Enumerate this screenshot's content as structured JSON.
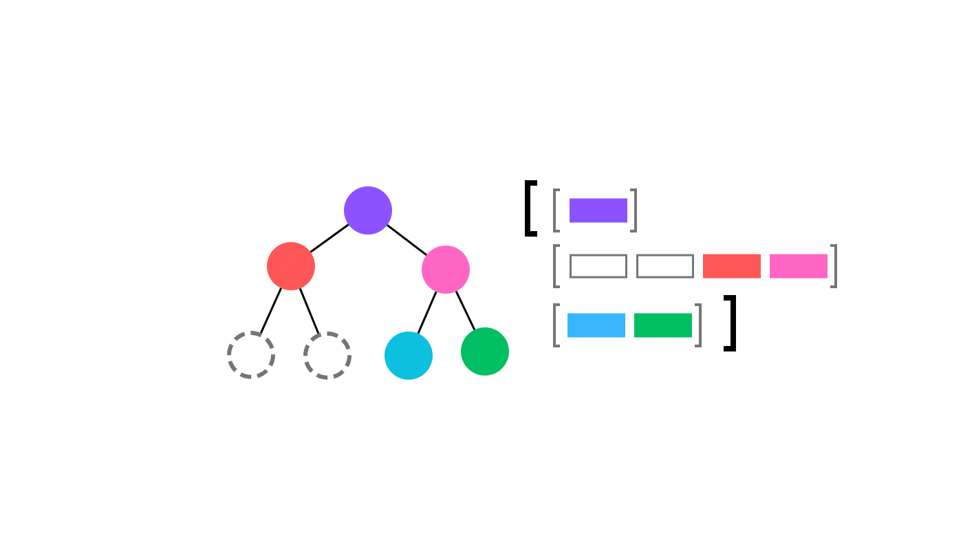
{
  "colors": {
    "background": "#ffffff",
    "edge": "#000000",
    "outer_bracket": "#000000",
    "inner_bracket": "#757575",
    "empty_outline": "#757575"
  },
  "tree": {
    "nodes": [
      {
        "id": "root",
        "level": 0,
        "color": "#8c52ff",
        "empty": false
      },
      {
        "id": "left",
        "level": 1,
        "color": "#ff5757",
        "empty": false
      },
      {
        "id": "right",
        "level": 1,
        "color": "#ff66c4",
        "empty": false
      },
      {
        "id": "left-left",
        "level": 2,
        "color": null,
        "empty": true
      },
      {
        "id": "left-right",
        "level": 2,
        "color": null,
        "empty": true
      },
      {
        "id": "right-left",
        "level": 2,
        "color": "#0cc0df",
        "empty": false
      },
      {
        "id": "right-right",
        "level": 2,
        "color": "#00bf63",
        "empty": false
      }
    ],
    "edges": [
      [
        "root",
        "left"
      ],
      [
        "root",
        "right"
      ],
      [
        "left",
        "left-left"
      ],
      [
        "left",
        "left-right"
      ],
      [
        "right",
        "right-left"
      ],
      [
        "right",
        "right-right"
      ]
    ]
  },
  "array": {
    "rows": [
      {
        "cells": [
          {
            "color": "#8c52ff",
            "empty": false
          }
        ]
      },
      {
        "cells": [
          {
            "color": null,
            "empty": true
          },
          {
            "color": null,
            "empty": true
          },
          {
            "color": "#ff5757",
            "empty": false
          },
          {
            "color": "#ff66c4",
            "empty": false
          }
        ]
      },
      {
        "cells": [
          {
            "color": "#38b6ff",
            "empty": false
          },
          {
            "color": "#00bf63",
            "empty": false
          }
        ]
      }
    ]
  }
}
